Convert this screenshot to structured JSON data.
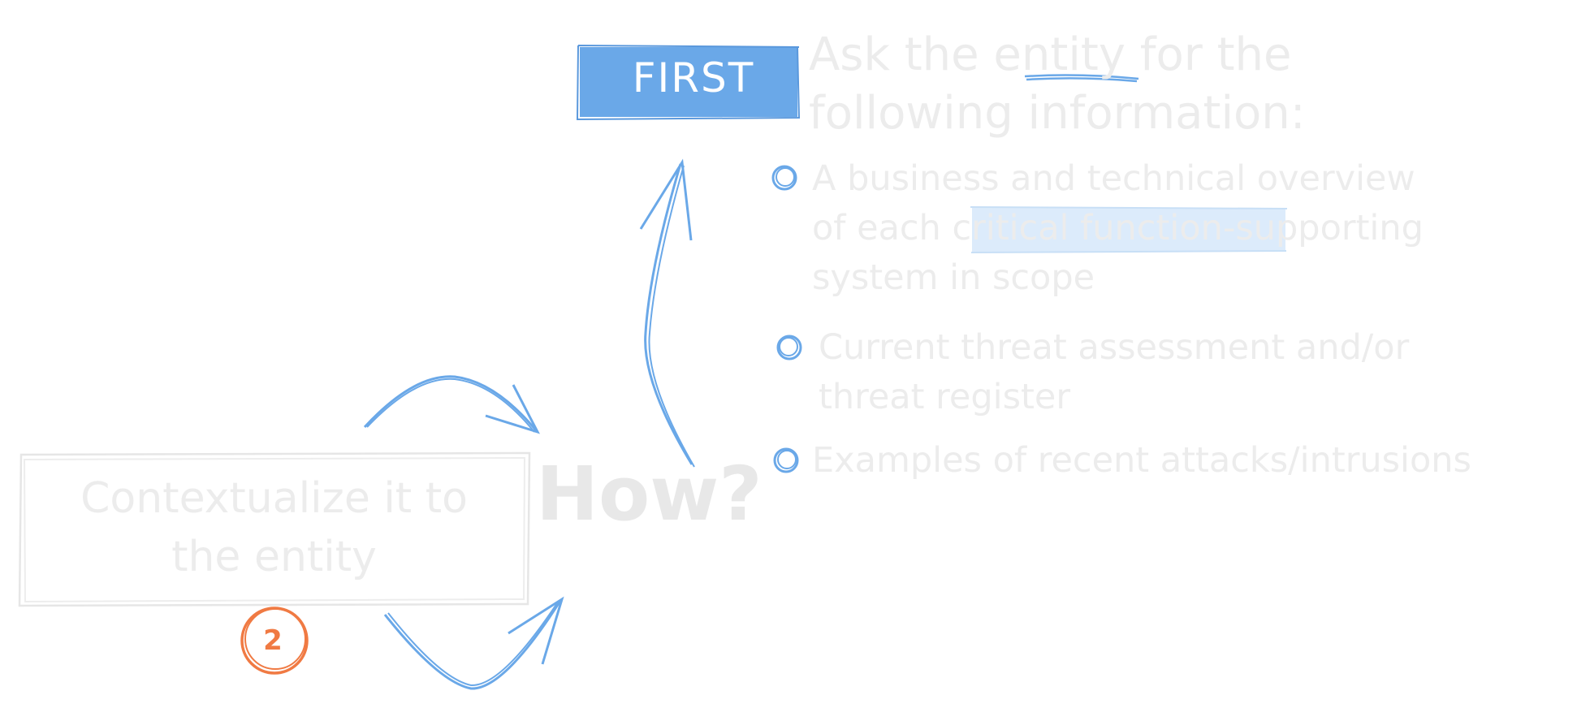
{
  "first_label": "FIRST",
  "heading": [
    "Ask the entity for the",
    "following information:"
  ],
  "bullets": [
    {
      "lines": [
        "A business and technical overview",
        "of each critical function-supporting",
        "system in scope"
      ]
    },
    {
      "lines": [
        "Current threat assessment and/or",
        "threat register"
      ]
    },
    {
      "lines": [
        "Examples of recent attacks/intrusions"
      ]
    }
  ],
  "context_box": {
    "lines": [
      "Contextualize it to",
      "the entity"
    ]
  },
  "how_label": "How?",
  "badge_number": "2",
  "colors": {
    "accent_blue": "#6aa8e8",
    "highlight_blue": "#dcebfb",
    "faint_text": "#ececec",
    "badge_orange": "#f07a43"
  }
}
